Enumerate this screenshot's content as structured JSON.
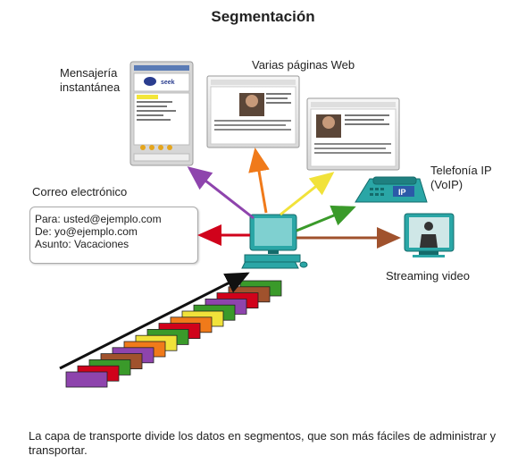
{
  "title": "Segmentación",
  "labels": {
    "im": [
      "Mensajería",
      "instantánea"
    ],
    "web": "Varias páginas Web",
    "email": "Correo electrónico",
    "voip": [
      "Telefonía IP",
      "(VoIP)"
    ],
    "streaming": "Streaming video"
  },
  "email_box": {
    "to": "Para: usted@ejemplo.com",
    "from": "De: yo@ejemplo.com",
    "subject": "Asunto: Vacaciones"
  },
  "im_app_text": "seek",
  "voip_phone_text": "IP",
  "caption": "La capa de transporte divide los datos en segmentos, que son más fáciles de administrar y transportar.",
  "colors": {
    "purple": "#8e44ad",
    "red": "#d0021b",
    "green": "#3a9a2a",
    "yellow": "#f1e23a",
    "orange": "#f07a1a",
    "brown": "#a0522d",
    "teal": "#1f9a9a"
  },
  "segments": [
    "purple",
    "red",
    "green",
    "brown",
    "purple",
    "orange",
    "yellow",
    "green",
    "red",
    "orange",
    "yellow",
    "green",
    "purple",
    "red",
    "brown",
    "green"
  ]
}
